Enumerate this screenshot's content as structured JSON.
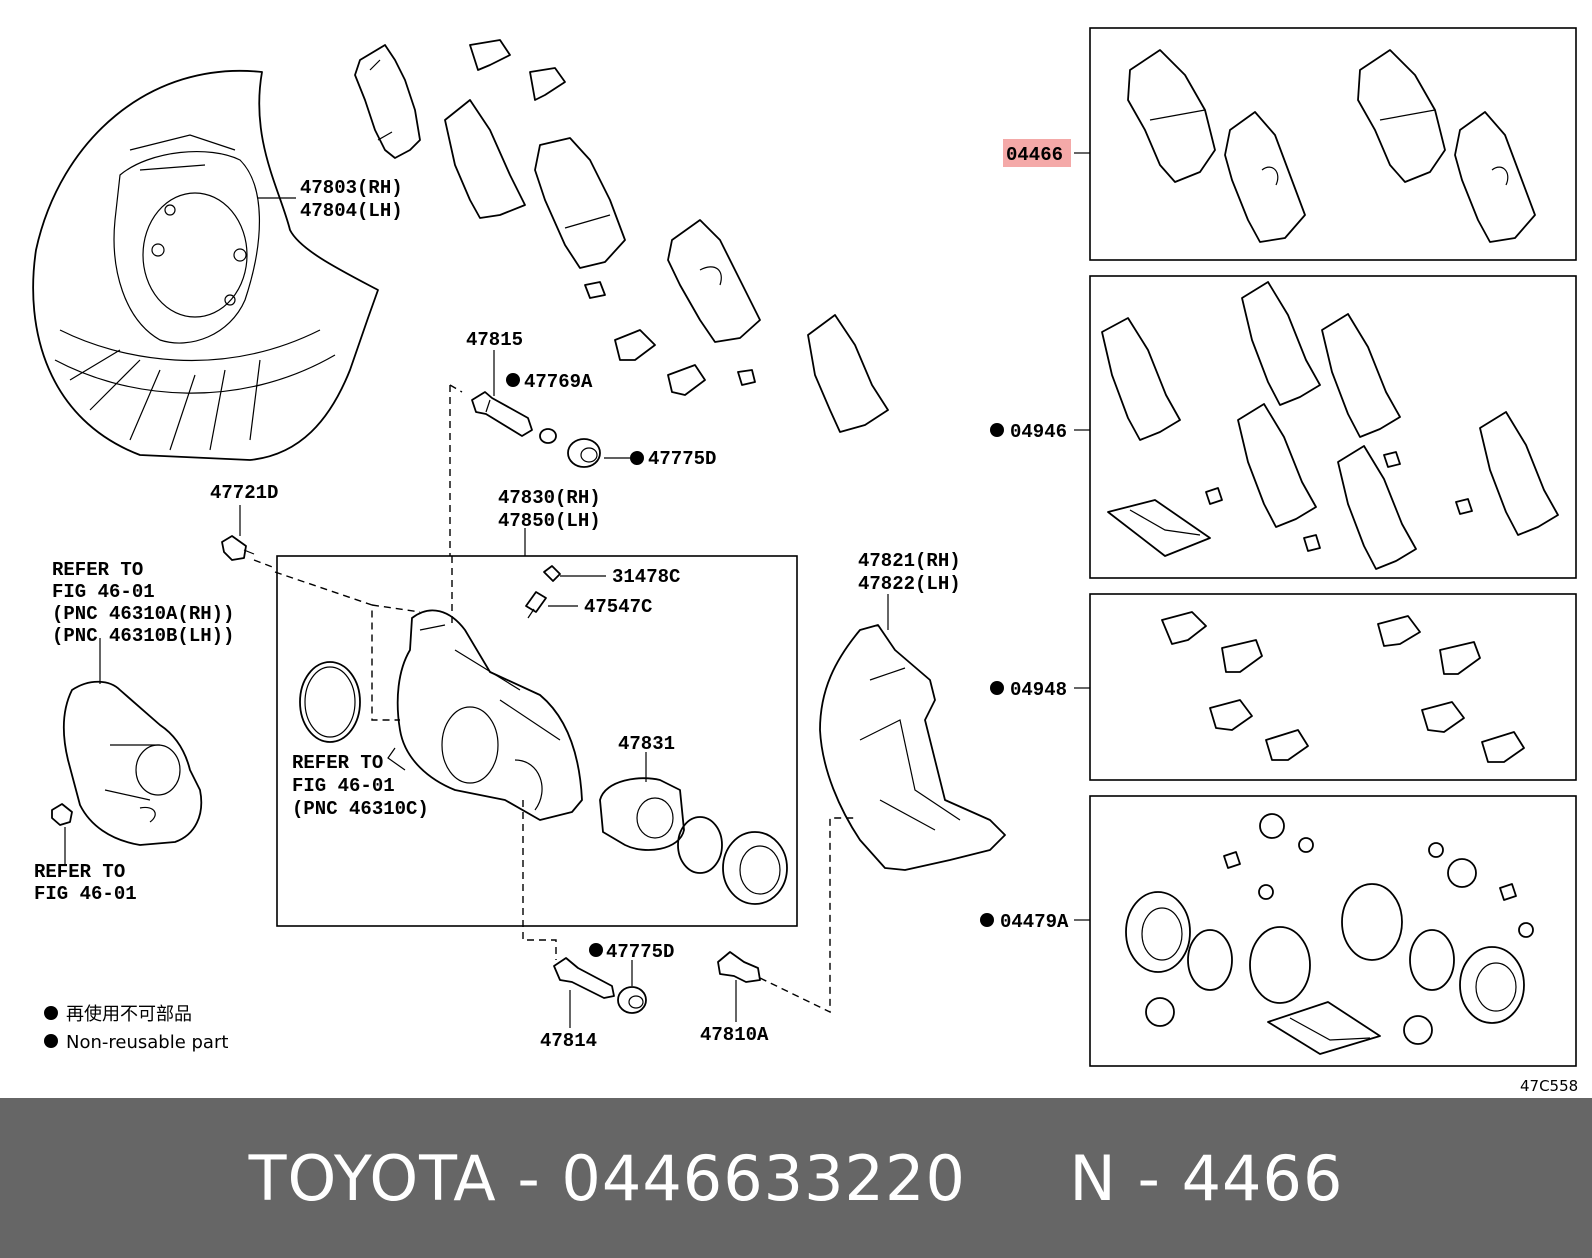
{
  "labels": {
    "shield": [
      "47803(RH)",
      "47804(LH)"
    ],
    "p47815": "47815",
    "p47769A": "47769A",
    "p47775D_top": "47775D",
    "p47721D": "47721D",
    "caliper_asm": [
      "47830(RH)",
      "47850(LH)"
    ],
    "p31478C": "31478C",
    "p47547C": "47547C",
    "p47831": "47831",
    "mount": [
      "47821(RH)",
      "47822(LH)"
    ],
    "p47775D_bottom": "47775D",
    "p47814": "47814",
    "p47810A": "47810A",
    "refer_motor": [
      "REFER TO",
      "FIG 46-01",
      "(PNC 46310A(RH))",
      "(PNC 46310B(LH))"
    ],
    "refer_ring": [
      "REFER TO",
      "FIG 46-01",
      "(PNC 46310C)"
    ],
    "refer_bolt": [
      "REFER TO",
      "FIG 46-01"
    ],
    "kit_04466": "04466",
    "kit_04946": "04946",
    "kit_04948": "04948",
    "kit_04479A": "04479A",
    "figure_code": "47C558"
  },
  "legend": {
    "jp": "再使用不可部品",
    "en": "Non-reusable part"
  },
  "footer": {
    "text": "TOYOTA - 0446633220     N - 4466"
  },
  "colors": {
    "highlight": "#f4a9a8",
    "footer_bg": "#666666",
    "footer_text": "#ffffff"
  }
}
